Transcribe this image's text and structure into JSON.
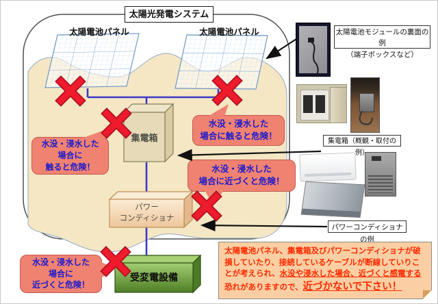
{
  "title": "太陽光発電システム",
  "panel_label": "太陽電池パネル",
  "boxes": {
    "collector": "集電箱",
    "conditioner_line1": "パワー",
    "conditioner_line2": "コンディショナ",
    "substation": "受変電設備"
  },
  "callouts": {
    "a": [
      "水没・浸水した",
      "場合に",
      "触ると危険！"
    ],
    "b": [
      "水没・浸水した",
      "場合に触ると危険！"
    ],
    "c": [
      "水没・浸水した",
      "場合に近づくと危険！"
    ],
    "d": [
      "水没・浸水した",
      "場合に",
      "近づくと危険！"
    ]
  },
  "side_labels": {
    "module_back_line1": "太陽電池モジュールの裏面の例",
    "module_back_line2": "（端子ボックスなど）",
    "collector_example": "集電箱（概観・取付の例）",
    "conditioner_example": "パワーコンディショナの例"
  },
  "note": {
    "segments": [
      {
        "text": "太陽電池パネル、集電箱及びパワーコンディショナが破損していたり、接続しているケーブルが断線していりことが考えられ、",
        "style": "plain"
      },
      {
        "text": "水没や浸水した場合、近づくと感電する",
        "style": "underline"
      },
      {
        "text": "恐れがありますので、",
        "style": "plain"
      },
      {
        "text": "近づかないで下さい！",
        "style": "big-underline"
      }
    ]
  },
  "colors": {
    "flood_fill": "#F5E7C4",
    "flood_outline": "#93A9C4",
    "boundary_gray": "#4F4F4F",
    "callout_bg": "#F08272",
    "callout_text": "#1A1ACD",
    "x_mark_red": "#E8112D",
    "wire_blue": "#3A3AC8",
    "panel_grid_blue": "#7EA6D8",
    "collector_tan": "#E6DAB8",
    "conditioner_tan": "#F5D9B4",
    "substation_green": "#6FA83C",
    "note_bg": "#FBCFA3",
    "note_text": "#FF2A00"
  }
}
